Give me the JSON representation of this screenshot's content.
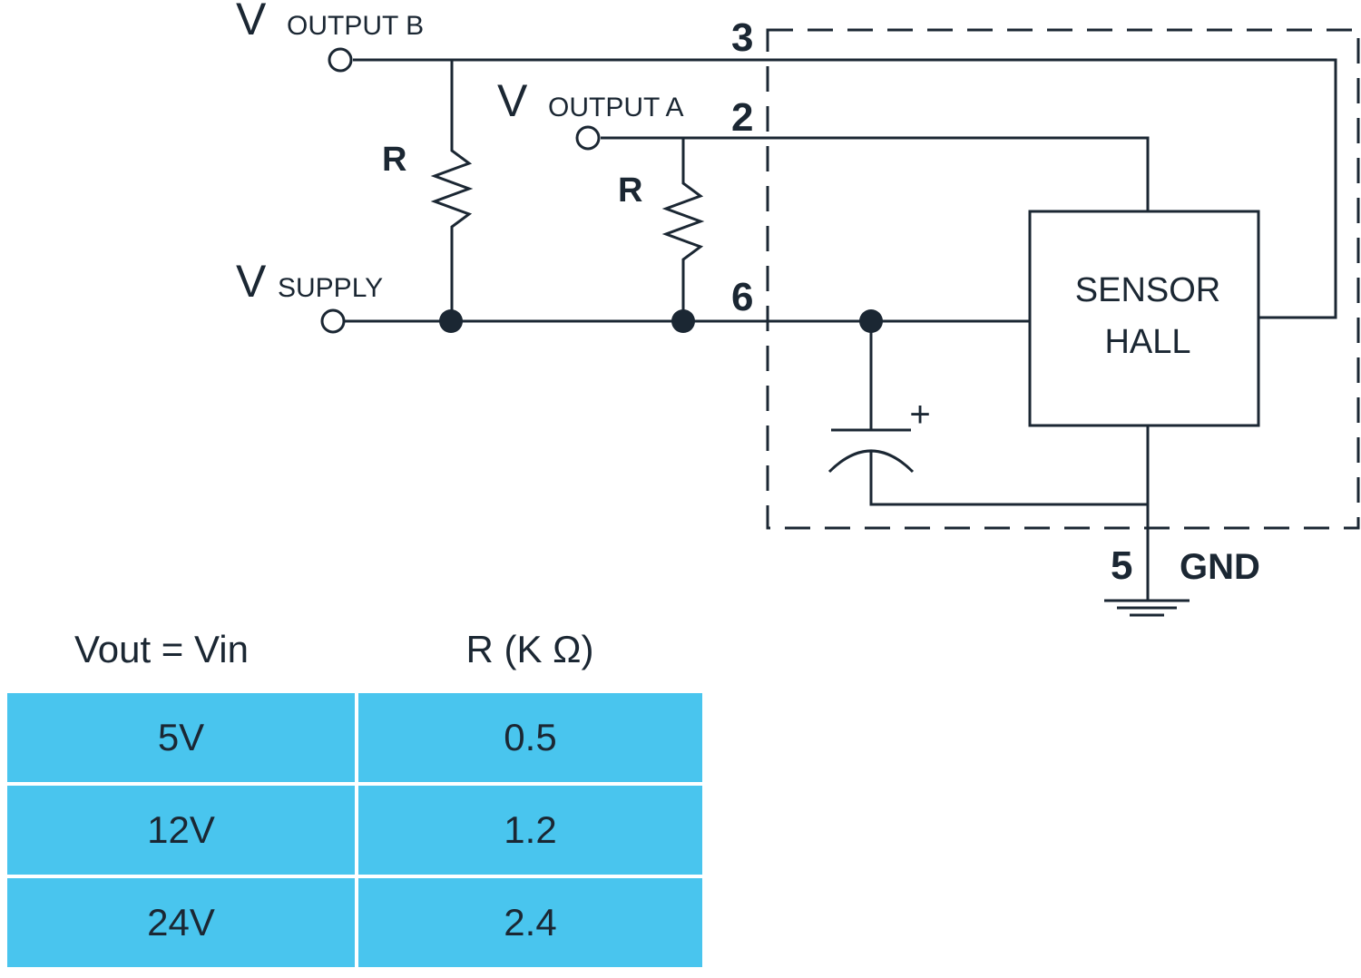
{
  "circuit": {
    "v_symbol": "V",
    "output_b": "OUTPUT B",
    "output_a": "OUTPUT A",
    "supply": "SUPPLY",
    "resistor_label": "R",
    "pin_3": "3",
    "pin_2": "2",
    "pin_6": "6",
    "pin_5": "5",
    "gnd": "GND",
    "sensor_line1": "SENSOR",
    "sensor_line2": "HALL",
    "cap_plus": "+"
  },
  "table": {
    "headers": [
      "Vout = Vin",
      "R (K  Ω)"
    ],
    "rows": [
      [
        "5V",
        "0.5"
      ],
      [
        "12V",
        "1.2"
      ],
      [
        "24V",
        "2.4"
      ]
    ]
  },
  "colors": {
    "ink": "#1b2733",
    "table_fill": "#49c5ee"
  }
}
